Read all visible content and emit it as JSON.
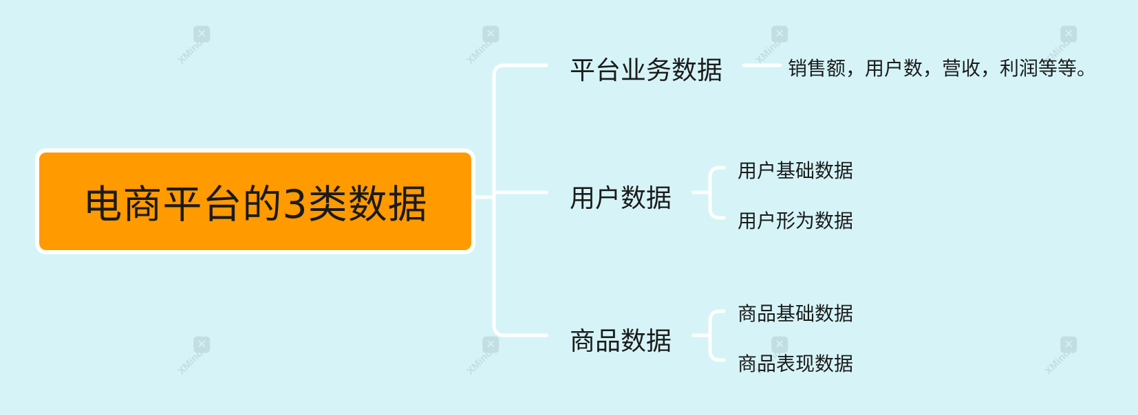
{
  "central_topic": "电商平台的3类数据",
  "branches": [
    {
      "label": "平台业务数据",
      "children": [
        "销售额，用户数，营收，利润等等。"
      ]
    },
    {
      "label": "用户数据",
      "children": [
        "用户基础数据",
        "用户形为数据"
      ]
    },
    {
      "label": "商品数据",
      "children": [
        "商品基础数据",
        "商品表现数据"
      ]
    }
  ],
  "watermark": {
    "text": "XMind",
    "icon": "xmind-logo-icon"
  },
  "colors": {
    "background": "#d6f4f7",
    "central_fill": "#ff9a00",
    "connector": "#ffffff",
    "text": "#1b1b1b"
  }
}
